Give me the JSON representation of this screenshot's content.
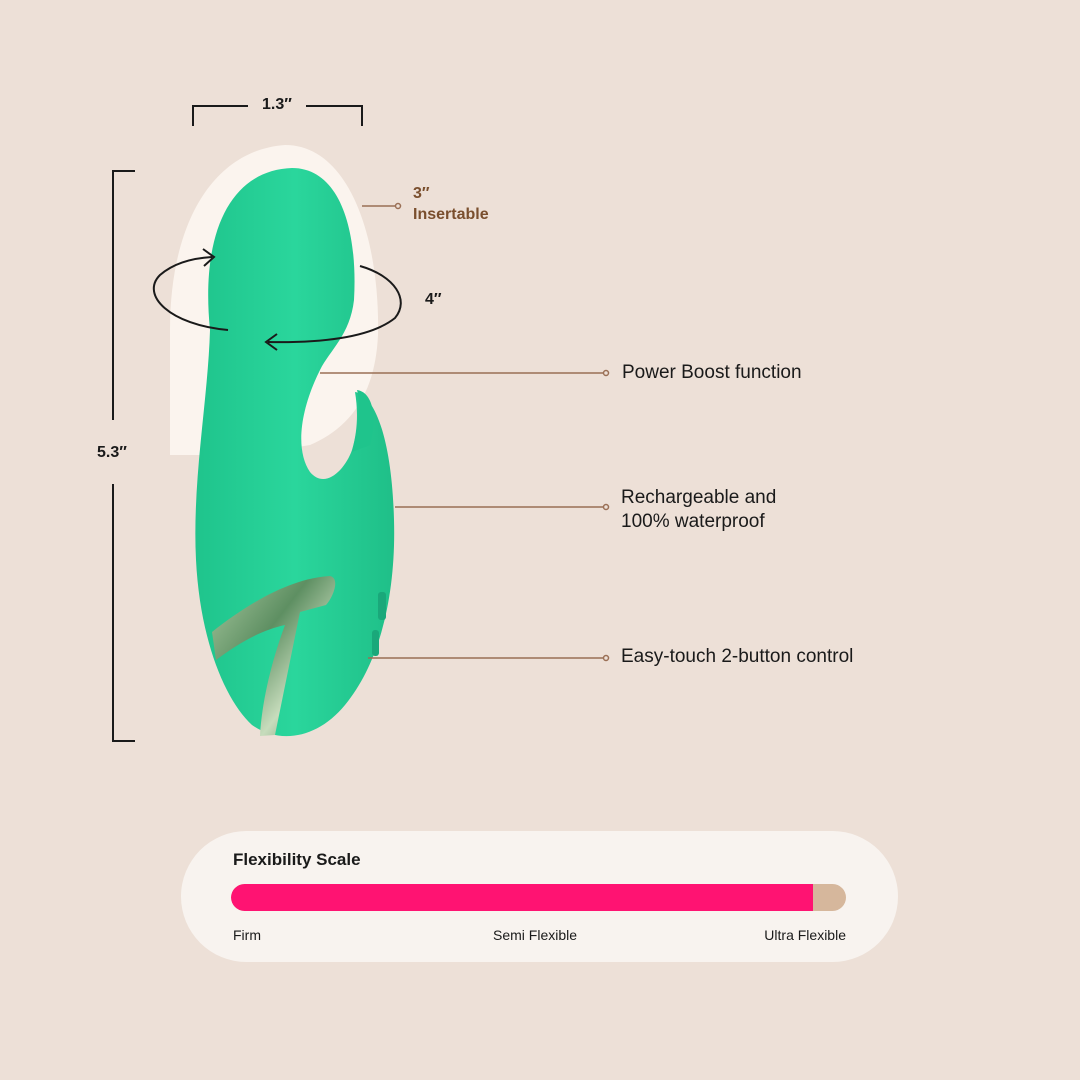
{
  "dimensions": {
    "width": "1.3″",
    "length": "5.3″",
    "insertable_value": "3″",
    "insertable_label": "Insertable",
    "circumference": "4″"
  },
  "features": [
    "Power Boost function",
    "Rechargeable and",
    "100% waterproof",
    "Easy-touch 2-button control"
  ],
  "flexibility": {
    "title": "Flexibility Scale",
    "fill_fraction": 0.946,
    "labels": [
      "Firm",
      "Semi Flexible",
      "Ultra Flexible"
    ]
  },
  "colors": {
    "background": "#ede0d7",
    "product_green": "#25d399",
    "scale_fill": "#ff1372",
    "scale_track": "#d6b79c",
    "leader_line": "#9a6f55"
  }
}
